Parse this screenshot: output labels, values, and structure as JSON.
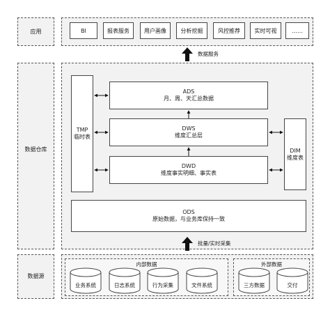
{
  "layers": {
    "app": "应用",
    "warehouse": "数据仓库",
    "source": "数据源"
  },
  "apps": [
    "BI",
    "报表服务",
    "用户画像",
    "分析挖掘",
    "风控推荐",
    "实时可视",
    "……"
  ],
  "arrows": {
    "data_service": "数据服务",
    "batch_realtime": "批量/实时采集"
  },
  "warehouse": {
    "tmp_title": "TMP",
    "tmp_sub": "临时表",
    "dim_title": "DIM",
    "dim_sub": "维度表",
    "ads_title": "ADS",
    "ads_sub": "月、周、天汇总数据",
    "dws_title": "DWS",
    "dws_sub": "维度汇总层",
    "dwd_title": "DWD",
    "dwd_sub": "维度事实明细、事实表",
    "ods_title": "ODS",
    "ods_sub": "原始数据，与业务库保持一致"
  },
  "sources": {
    "internal_title": "内部数据",
    "internal": [
      "业务系统",
      "日志系统",
      "行为采集",
      "文件系统"
    ],
    "external_title": "外部数据",
    "external": [
      "三方数据",
      "交付"
    ]
  }
}
